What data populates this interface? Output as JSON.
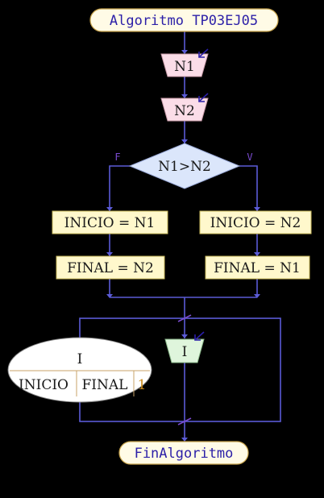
{
  "colors": {
    "background": "#000000",
    "line": "#5b5bd6",
    "terminal_fill": "#fffbe6",
    "terminal_stroke": "#c8a44c",
    "input_fill": "#fbdde8",
    "decision_fill": "#dbe6fb",
    "process_fill": "#fff8cc",
    "process_stroke": "#c8b85a",
    "for_input_fill": "#dff5dc",
    "loop_ellipse_fill": "#ffffff",
    "header_text": "#2b1fa8",
    "body_text": "#1a1a1a",
    "branch_label": "#7a4bd0",
    "loop_step": "#c98a1a"
  },
  "flowchart": {
    "start_label": "Algoritmo TP03EJ05",
    "read_1": "N1",
    "read_2": "N2",
    "decision": "N1>N2",
    "false_label": "F",
    "true_label": "V",
    "left_assign_1": "INICIO = N1",
    "left_assign_2": "FINAL = N2",
    "right_assign_1": "INICIO = N2",
    "right_assign_2": "FINAL = N1",
    "loop_var": "I",
    "loop_start": "INICIO",
    "loop_end": "FINAL",
    "loop_step": "1",
    "loop_body_read": "I",
    "end_label": "FinAlgoritmo"
  }
}
